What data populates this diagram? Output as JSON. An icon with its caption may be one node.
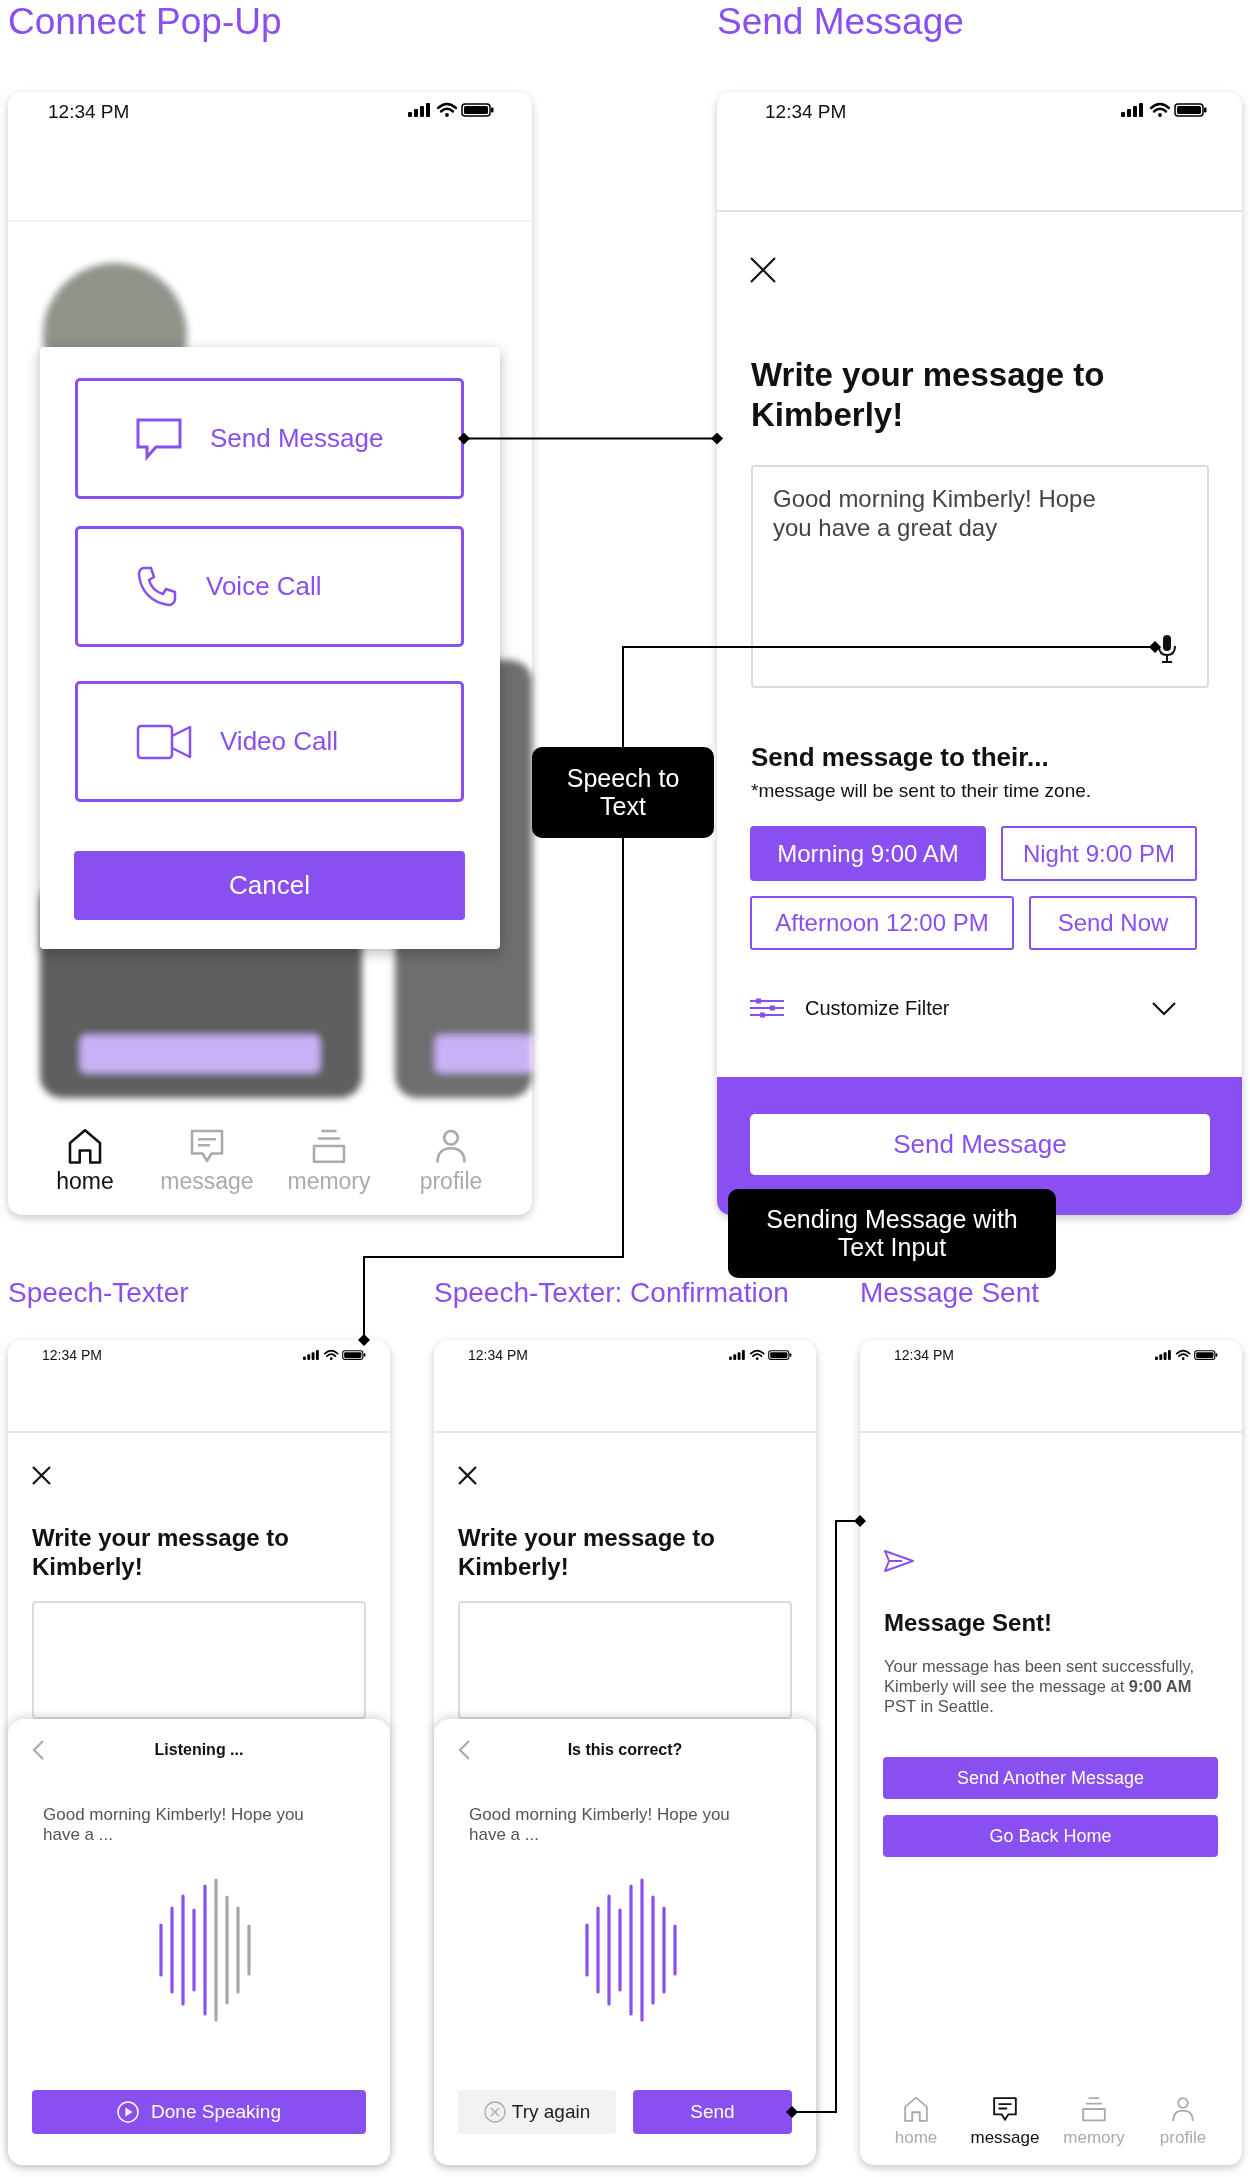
{
  "diagram": {
    "nodes": [
      {
        "text": [
          "Connect Pop-Up"
        ]
      },
      {
        "text": [],
        "shape": "box",
        "in": 0
      },
      {
        "text": [
          "Send Message"
        ],
        "in": 1
      },
      {
        "text": [
          "Voice Call"
        ],
        "in": 1
      },
      {
        "text": [
          "Video Call"
        ],
        "in": 1
      },
      {
        "text": [
          "Cancel"
        ],
        "in": 1
      },
      {
        "text": [
          "Send Message"
        ]
      },
      {
        "text": [
          "Good morning Kimberly! Hope you have a great day"
        ],
        "in": 6
      },
      {
        "text": [],
        "shape": "picture",
        "in": 7
      },
      {
        "text": [
          "Morning 9:00 AM"
        ],
        "in": 6
      },
      {
        "text": [
          "Night 9:00 PM"
        ],
        "in": 6
      },
      {
        "text": [
          "Afternoon 12:00 PM"
        ],
        "in": 6
      },
      {
        "text": [
          "Send Now"
        ],
        "in": 6
      },
      {
        "text": [
          "Send Message"
        ],
        "in": 6
      },
      {
        "text": [
          "Sending Message with Text Input"
        ]
      },
      {
        "text": [
          "Speech-Texter"
        ]
      },
      {
        "text": [],
        "shape": "box",
        "in": 15
      },
      {
        "text": [
          "Listening ...",
          "Good morning Kimberly! Hope you have a ..."
        ],
        "in": 15
      },
      {
        "text": [
          "Done Speaking"
        ],
        "in": 17
      },
      {
        "text": [
          "Speech-Texter: Confirmation"
        ]
      },
      {
        "text": [],
        "shape": "box",
        "in": 19
      },
      {
        "text": [
          "Is this correct?",
          "Good morning Kimberly! Hope you have a ..."
        ],
        "in": 19
      },
      {
        "text": [
          "Try again"
        ],
        "in": 21
      },
      {
        "text": [
          "Send"
        ],
        "in": 21
      },
      {
        "text": [
          "Message Sent"
        ]
      },
      {
        "text": [
          "Send Another Message"
        ],
        "in": 24
      },
      {
        "text": [
          "Go Back Home"
        ],
        "in": 24
      }
    ],
    "edges": [
      {
        "from": 2,
        "to": 6,
        "arrow": "other"
      },
      {
        "from": 8,
        "to": 15,
        "arrow": "other",
        "label": "Speech to Text"
      },
      {
        "from": 23,
        "to": 24,
        "arrow": "other"
      }
    ],
    "labels": [
      "12:34 PM",
      "home",
      "message",
      "memory",
      "profile",
      "12:34 PM",
      "Write your message to Kimberly!",
      "Send message to their...",
      "*message will be sent to their time zone.",
      "Customize Filter",
      "12:34 PM",
      "Write your message to Kimberly!",
      "12:34 PM",
      "Write your message to Kimberly!",
      "12:34 PM",
      "Message Sent!",
      "Your message has been sent successfully, Kimberly will see the message at **9:00 AM** PST in Seattle.",
      "home",
      "message",
      "memory",
      "profile"
    ]
  }
}
